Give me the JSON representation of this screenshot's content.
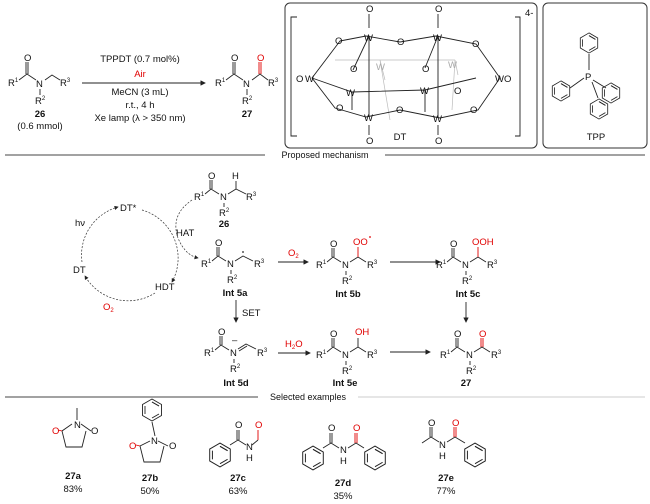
{
  "reaction": {
    "reactant_label": "26",
    "reactant_amount": "(0.6 mmol)",
    "catalyst": "TPPDT (0.7 mol%)",
    "oxidant": "Air",
    "solvent": "MeCN (3 mL)",
    "conditions": "r.t., 4 h",
    "light": "Xe lamp (λ > 350 nm)",
    "product_label": "27",
    "groups": {
      "r1": "R",
      "r2": "R",
      "r3": "R",
      "sup1": "1",
      "sup2": "2",
      "sup3": "3",
      "n": "N",
      "o": "O"
    }
  },
  "panels": {
    "dt_label": "DT",
    "dt_charge": "4-",
    "tpp_label": "TPP",
    "w": "W",
    "p": "P"
  },
  "mechanism": {
    "title": "Proposed mechanism",
    "dt_excited": "DT*",
    "hv": "hν",
    "hat": "HAT",
    "dt": "DT",
    "hdt": "HDT",
    "o2": "O",
    "o2_sub": "2",
    "set": "SET",
    "h2o_h": "H",
    "h2o_sub": "2",
    "h2o_o": "O",
    "h": "H",
    "oo_radical": "OO",
    "ooh": "OOH",
    "oh": "OH",
    "substrate_label": "26",
    "int_5a": "Int 5a",
    "int_5b": "Int 5b",
    "int_5c": "Int 5c",
    "int_5d": "Int 5d",
    "int_5e": "Int 5e",
    "product_label": "27"
  },
  "examples": {
    "title": "Selected examples",
    "items": [
      {
        "label": "27a",
        "yield": "83%"
      },
      {
        "label": "27b",
        "yield": "50%"
      },
      {
        "label": "27c",
        "yield": "63%"
      },
      {
        "label": "27d",
        "yield": "35%"
      },
      {
        "label": "27e",
        "yield": "77%"
      }
    ],
    "nh": "H"
  }
}
